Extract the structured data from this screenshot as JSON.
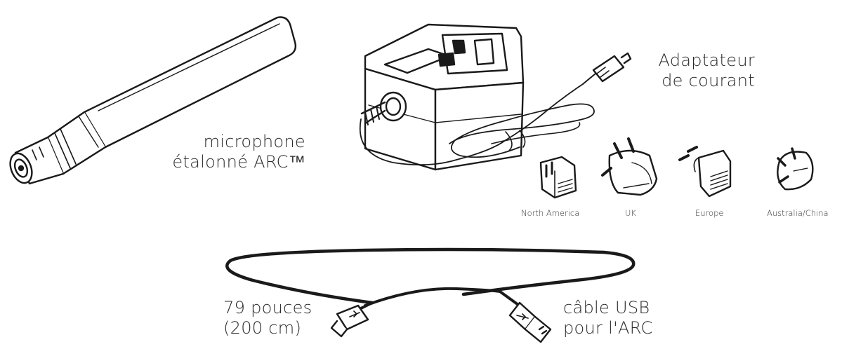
{
  "labels": {
    "microphone": {
      "line1": "microphone",
      "line2": "étalonné ARC™"
    },
    "adapter": {
      "line1": "Adaptateur",
      "line2": "de courant"
    },
    "plugs": {
      "north_america": "North America",
      "uk": "UK",
      "europe": "Europe",
      "australia_china": "Australia/China"
    },
    "cable_length": {
      "line1": "79 pouces",
      "line2": "(200 cm)"
    },
    "usb_cable": {
      "line1": "câble USB",
      "line2": "pour l'ARC"
    }
  },
  "icons": [
    "microphone-icon",
    "power-adapter-icon",
    "plug-north-america-icon",
    "plug-uk-icon",
    "plug-europe-icon",
    "plug-australia-china-icon",
    "usb-cable-icon"
  ],
  "colors": {
    "line": "#1a1a1a",
    "text": "#2a2a2a",
    "background": "#ffffff"
  }
}
